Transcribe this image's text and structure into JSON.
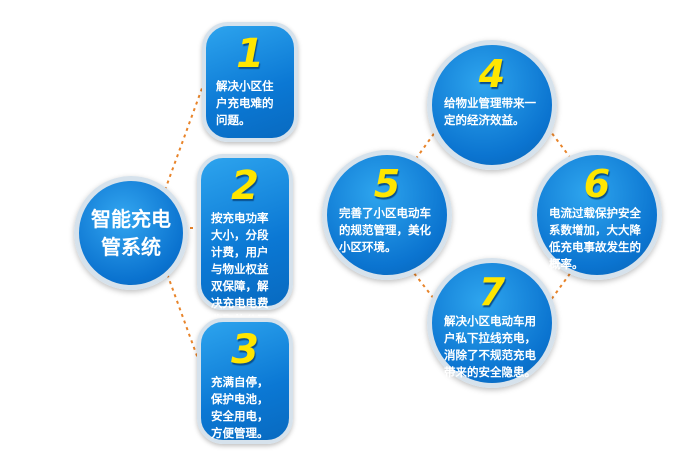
{
  "hub": {
    "title": "智能充电管系统"
  },
  "cards": [
    {
      "number": "1",
      "text": "解决小区住户充电难的问题。"
    },
    {
      "number": "2",
      "text": "按充电功率大小，分段计费，用户与物业权益双保障，解决充电电费收取的公平公正。"
    },
    {
      "number": "3",
      "text": "充满自停，保护电池，安全用电，方便管理。"
    }
  ],
  "circles": [
    {
      "number": "4",
      "text": "给物业管理带来一定的经济效益。"
    },
    {
      "number": "5",
      "text": "完善了小区电动车的规范管理，美化小区环境。"
    },
    {
      "number": "6",
      "text": "电流过载保护安全系数增加，大大降低充电事故发生的概率。"
    },
    {
      "number": "7",
      "text": "解决小区电动车用户私下拉线充电，消除了不规范充电带来的安全隐患。"
    }
  ],
  "colors": {
    "accent_blue": "#0b78d4",
    "number_yellow": "#ffe600",
    "connector": "#e8842a",
    "border": "#d6e2ec"
  }
}
